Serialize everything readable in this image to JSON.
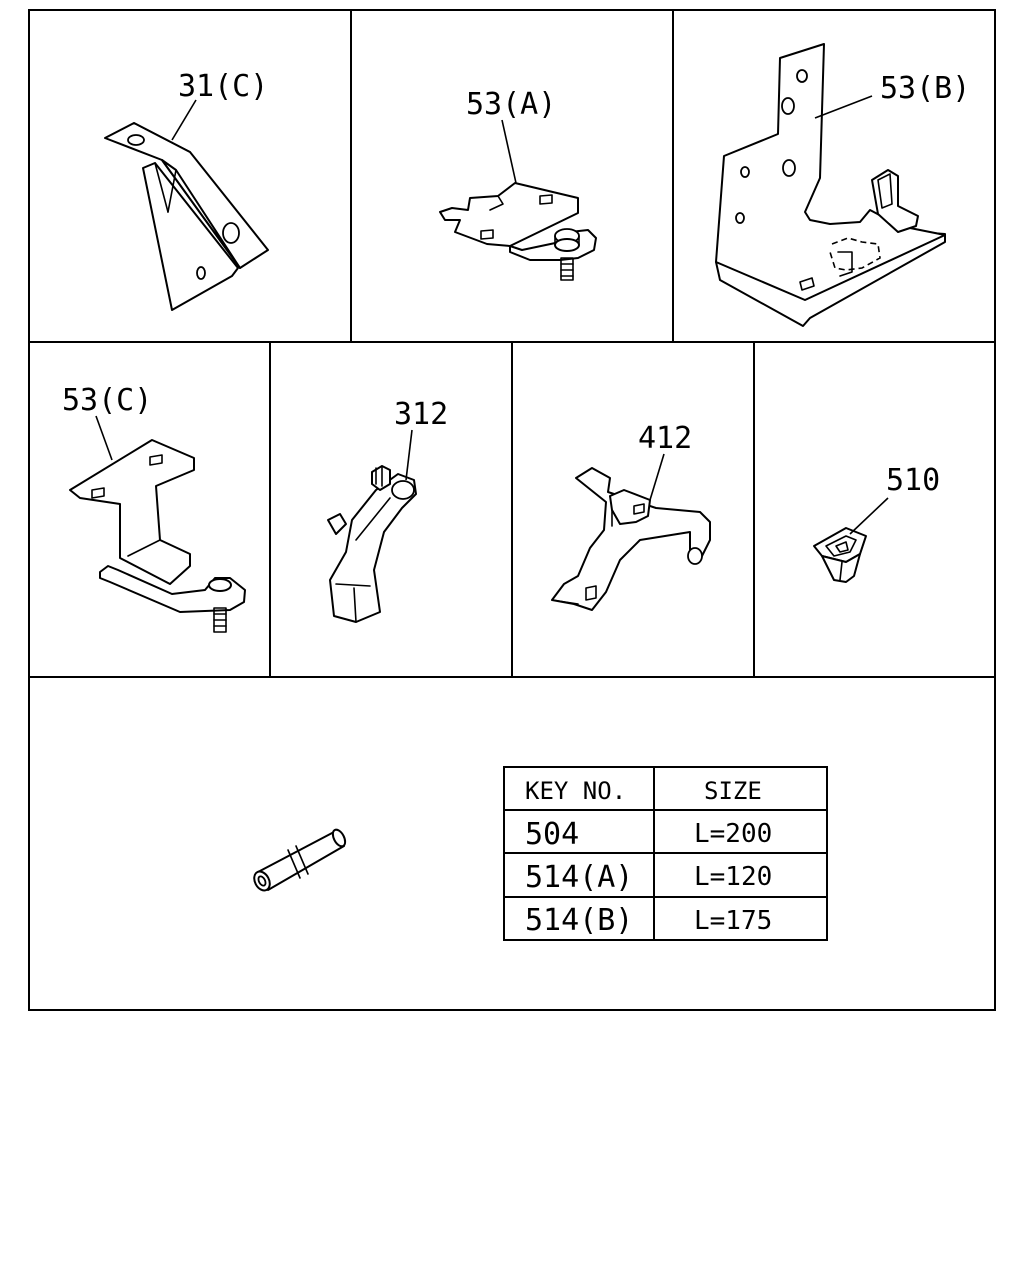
{
  "callouts": {
    "p31c": "31(C)",
    "p53a": "53(A)",
    "p53b": "53(B)",
    "p53c": "53(C)",
    "p312": "312",
    "p412": "412",
    "p510": "510"
  },
  "size_table": {
    "headers": [
      "KEY NO.",
      "SIZE"
    ],
    "rows": [
      [
        "504",
        "L=200"
      ],
      [
        "514(A)",
        "L=120"
      ],
      [
        "514(B)",
        "L=175"
      ]
    ]
  }
}
